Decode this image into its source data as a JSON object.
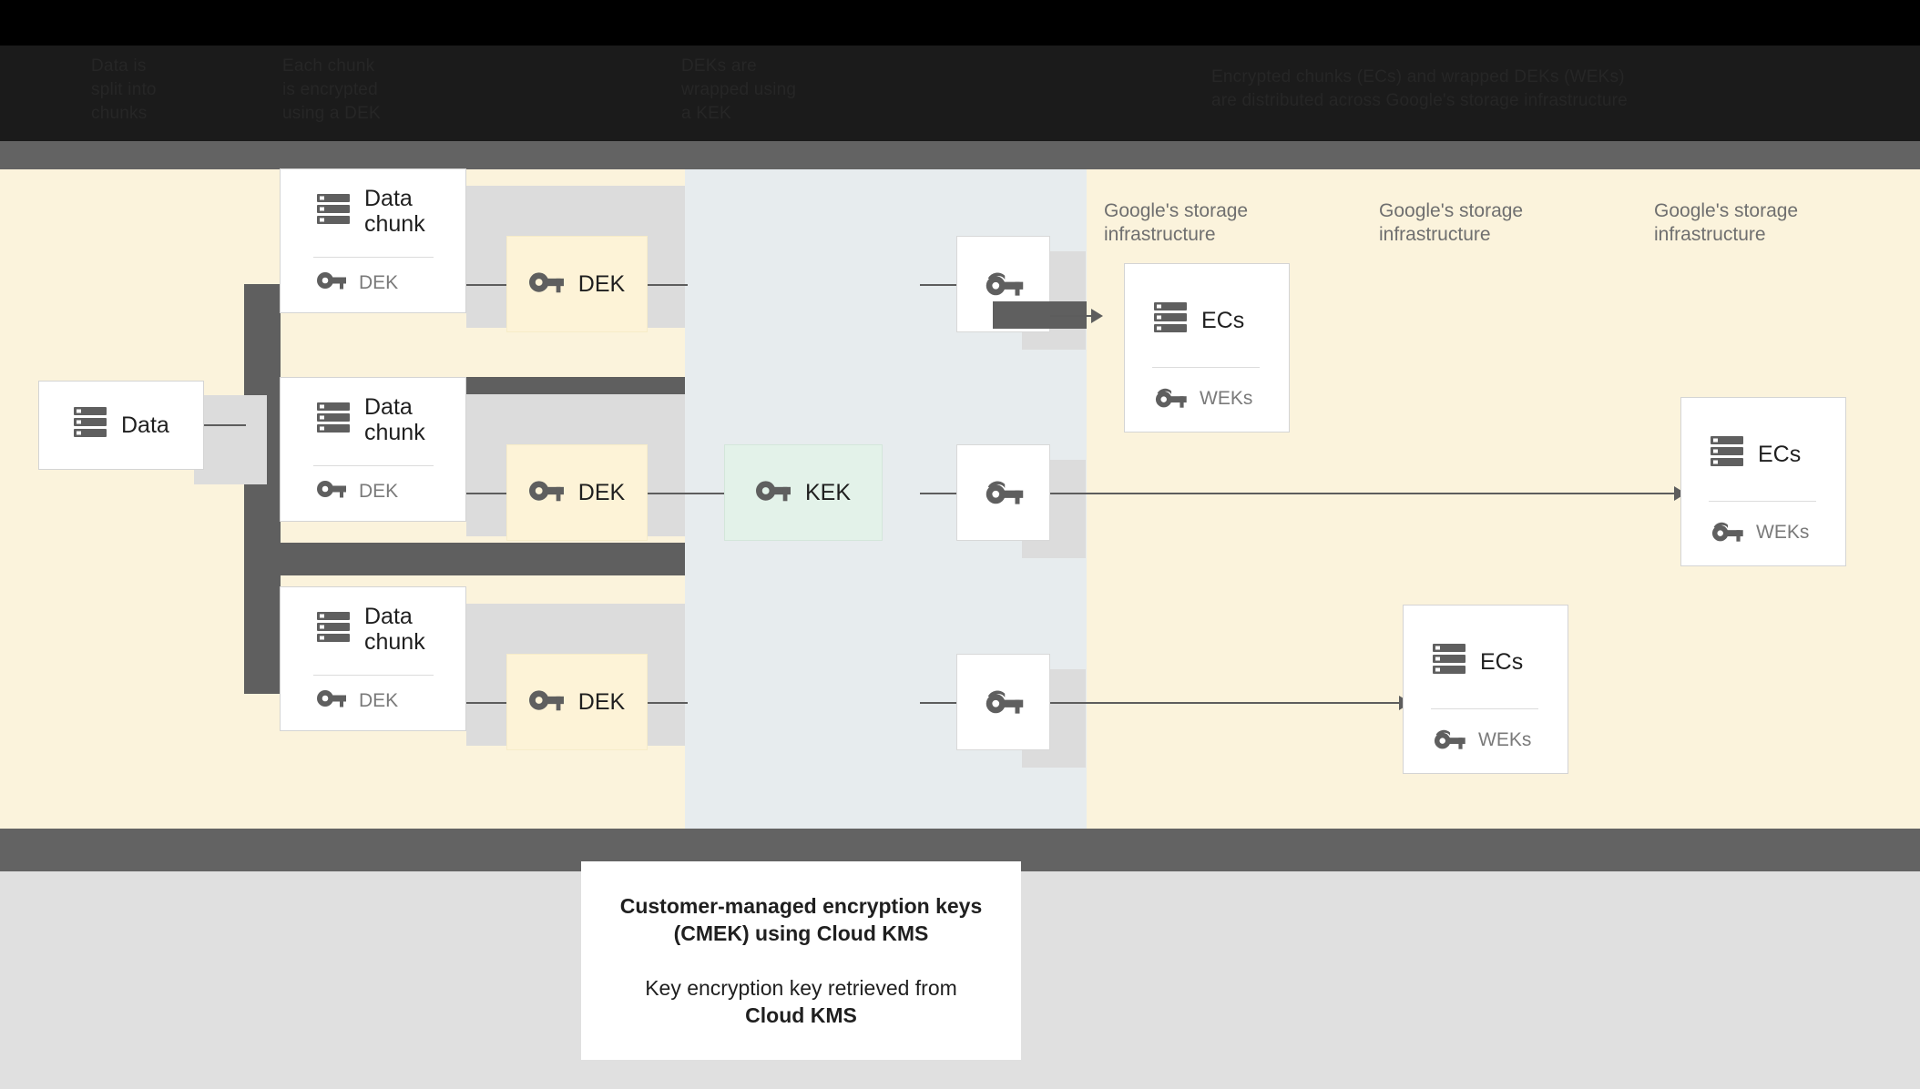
{
  "header": {
    "obscured_lines": [
      "Data is\nsplit into\nchunks",
      "Each chunk\nis encrypted\nusing a DEK",
      "DEKs are\nwrapped using\na KEK",
      "Encrypted chunks (ECs) and wrapped DEKs (WEKs)\nare distributed across Google's storage infrastructure"
    ]
  },
  "diagram": {
    "source": {
      "label": "Data",
      "icon": "server-icon"
    },
    "chunks": [
      {
        "title": "Data\nchunk",
        "key_label": "DEK",
        "icon": "server-icon",
        "key_icon": "key-icon"
      },
      {
        "title": "Data\nchunk",
        "key_label": "DEK",
        "icon": "server-icon",
        "key_icon": "key-icon"
      },
      {
        "title": "Data\nchunk",
        "key_label": "DEK",
        "icon": "server-icon",
        "key_icon": "key-icon"
      }
    ],
    "deks": [
      {
        "label": "DEK",
        "icon": "key-icon"
      },
      {
        "label": "DEK",
        "icon": "key-icon"
      },
      {
        "label": "DEK",
        "icon": "key-icon"
      }
    ],
    "kek": {
      "label": "KEK",
      "icon": "key-icon"
    },
    "weks": [
      {
        "label": "",
        "icon": "wrapped-key-icon"
      },
      {
        "label": "",
        "icon": "wrapped-key-icon"
      },
      {
        "label": "",
        "icon": "wrapped-key-icon"
      }
    ],
    "storage_captions": [
      "Google's storage\ninfrastructure",
      "Google's storage\ninfrastructure",
      "Google's storage\ninfrastructure"
    ],
    "ec_cards": [
      {
        "title": "ECs",
        "key_label": "WEKs",
        "icon": "server-icon",
        "key_icon": "wrapped-key-icon"
      },
      {
        "title": "ECs",
        "key_label": "WEKs",
        "icon": "server-icon",
        "key_icon": "wrapped-key-icon"
      },
      {
        "title": "ECs",
        "key_label": "WEKs",
        "icon": "server-icon",
        "key_icon": "wrapped-key-icon"
      }
    ]
  },
  "caption": {
    "title": "Customer-managed encryption keys\n(CMEK) using Cloud KMS",
    "body_prefix": "Key encryption key retrieved from",
    "body_strong": "Cloud KMS"
  },
  "colors": {
    "canvas_bg": "#fbf3dc",
    "mid_band": "#e7ecee",
    "dek_fill": "#fdf3d7",
    "kek_fill": "#e3f2e9",
    "bracket": "#5f5f5f",
    "footer_bg": "#e0e0e0"
  }
}
